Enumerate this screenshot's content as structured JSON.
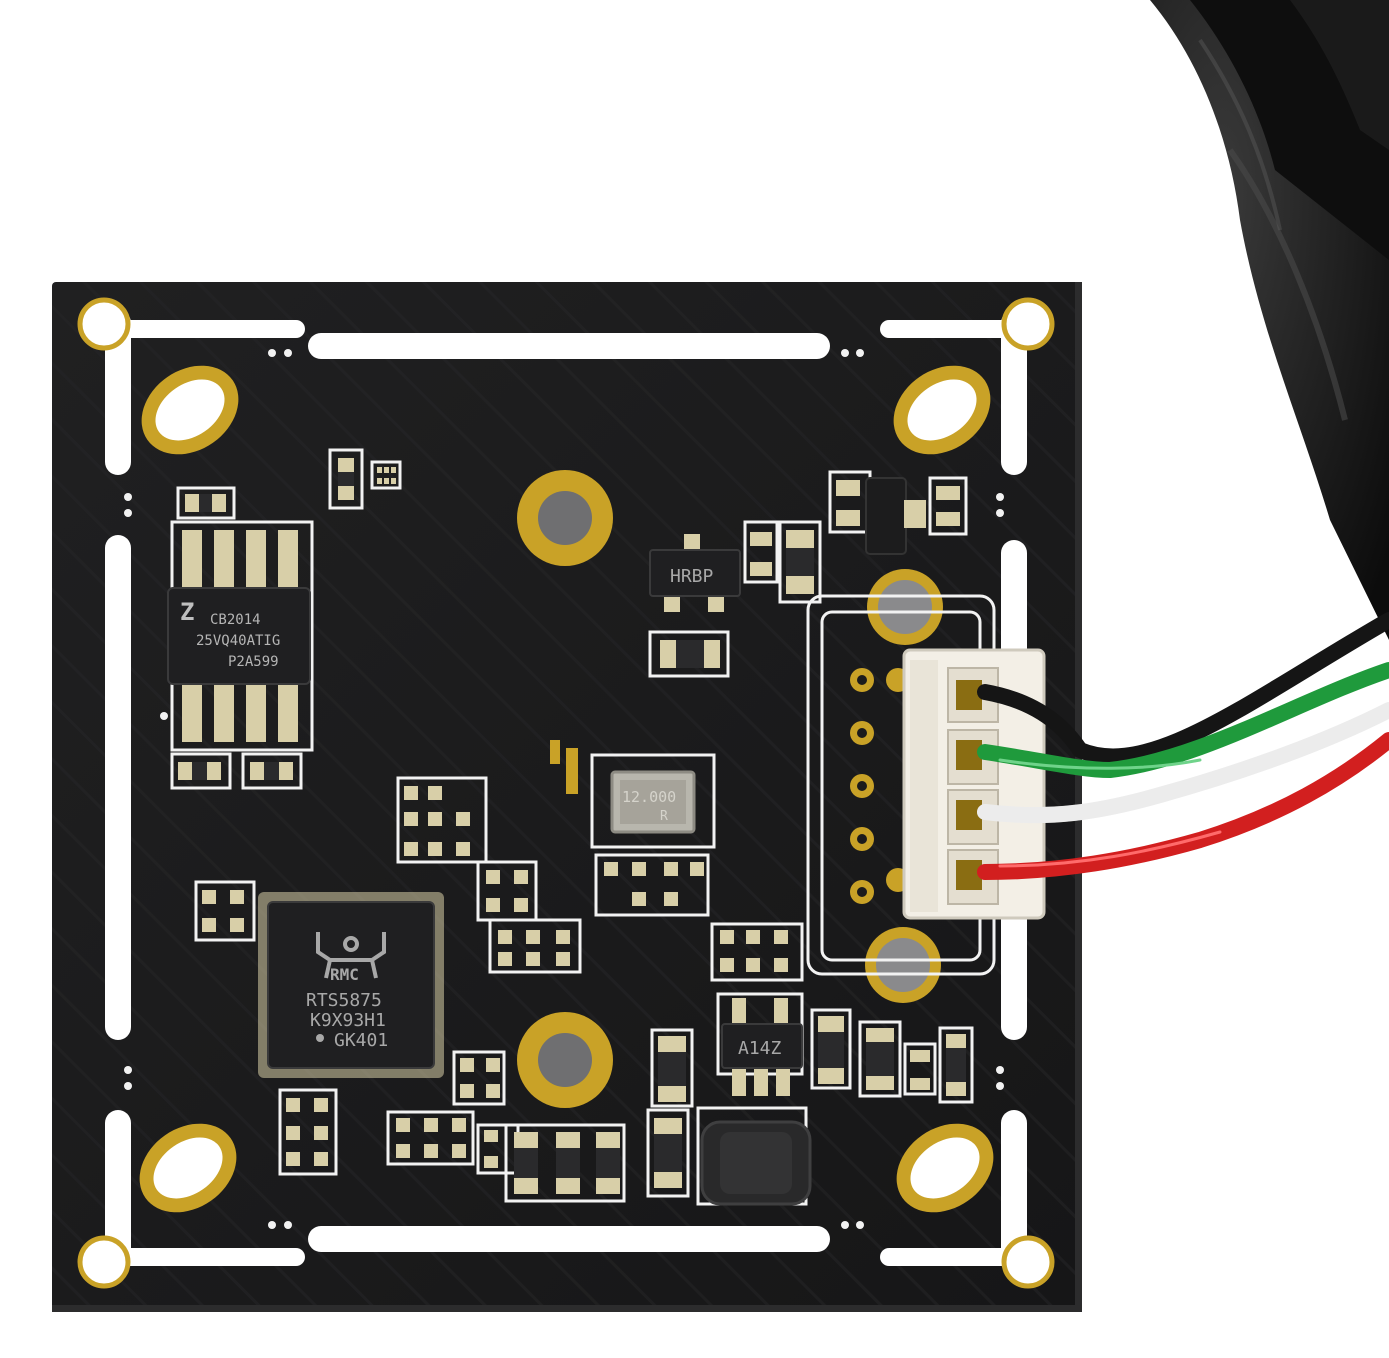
{
  "photo": {
    "subject": "usb-camera-module-pcb",
    "colors": {
      "board": "#1b1b1c",
      "board_edge": "#2a2a2b",
      "silk": "#f2f2f2",
      "gold": "#c9a227",
      "gold_dark": "#8a6d12",
      "pad": "#d8cfa8",
      "chip": "#1f1f21",
      "cable": "#121212",
      "wire_black": "#151515",
      "wire_green": "#1f9a3c",
      "wire_white": "#f4f4f4",
      "wire_red": "#d21f1f",
      "connector": "#f3efe6",
      "background": "#ffffff"
    }
  },
  "chips": {
    "flash": {
      "logo": "Z",
      "line1": "CB2014",
      "line2": "25VQ40ATIG",
      "line3": "P2A599"
    },
    "regulator": {
      "marking": "HRBP"
    },
    "crystal": {
      "line1": "12.000",
      "line2": "R"
    },
    "controller": {
      "logo": "RMC",
      "line1": "RTS5875",
      "line2": "K9X93H1",
      "line3": "GK401"
    },
    "ldo": {
      "marking": "A14Z"
    }
  }
}
